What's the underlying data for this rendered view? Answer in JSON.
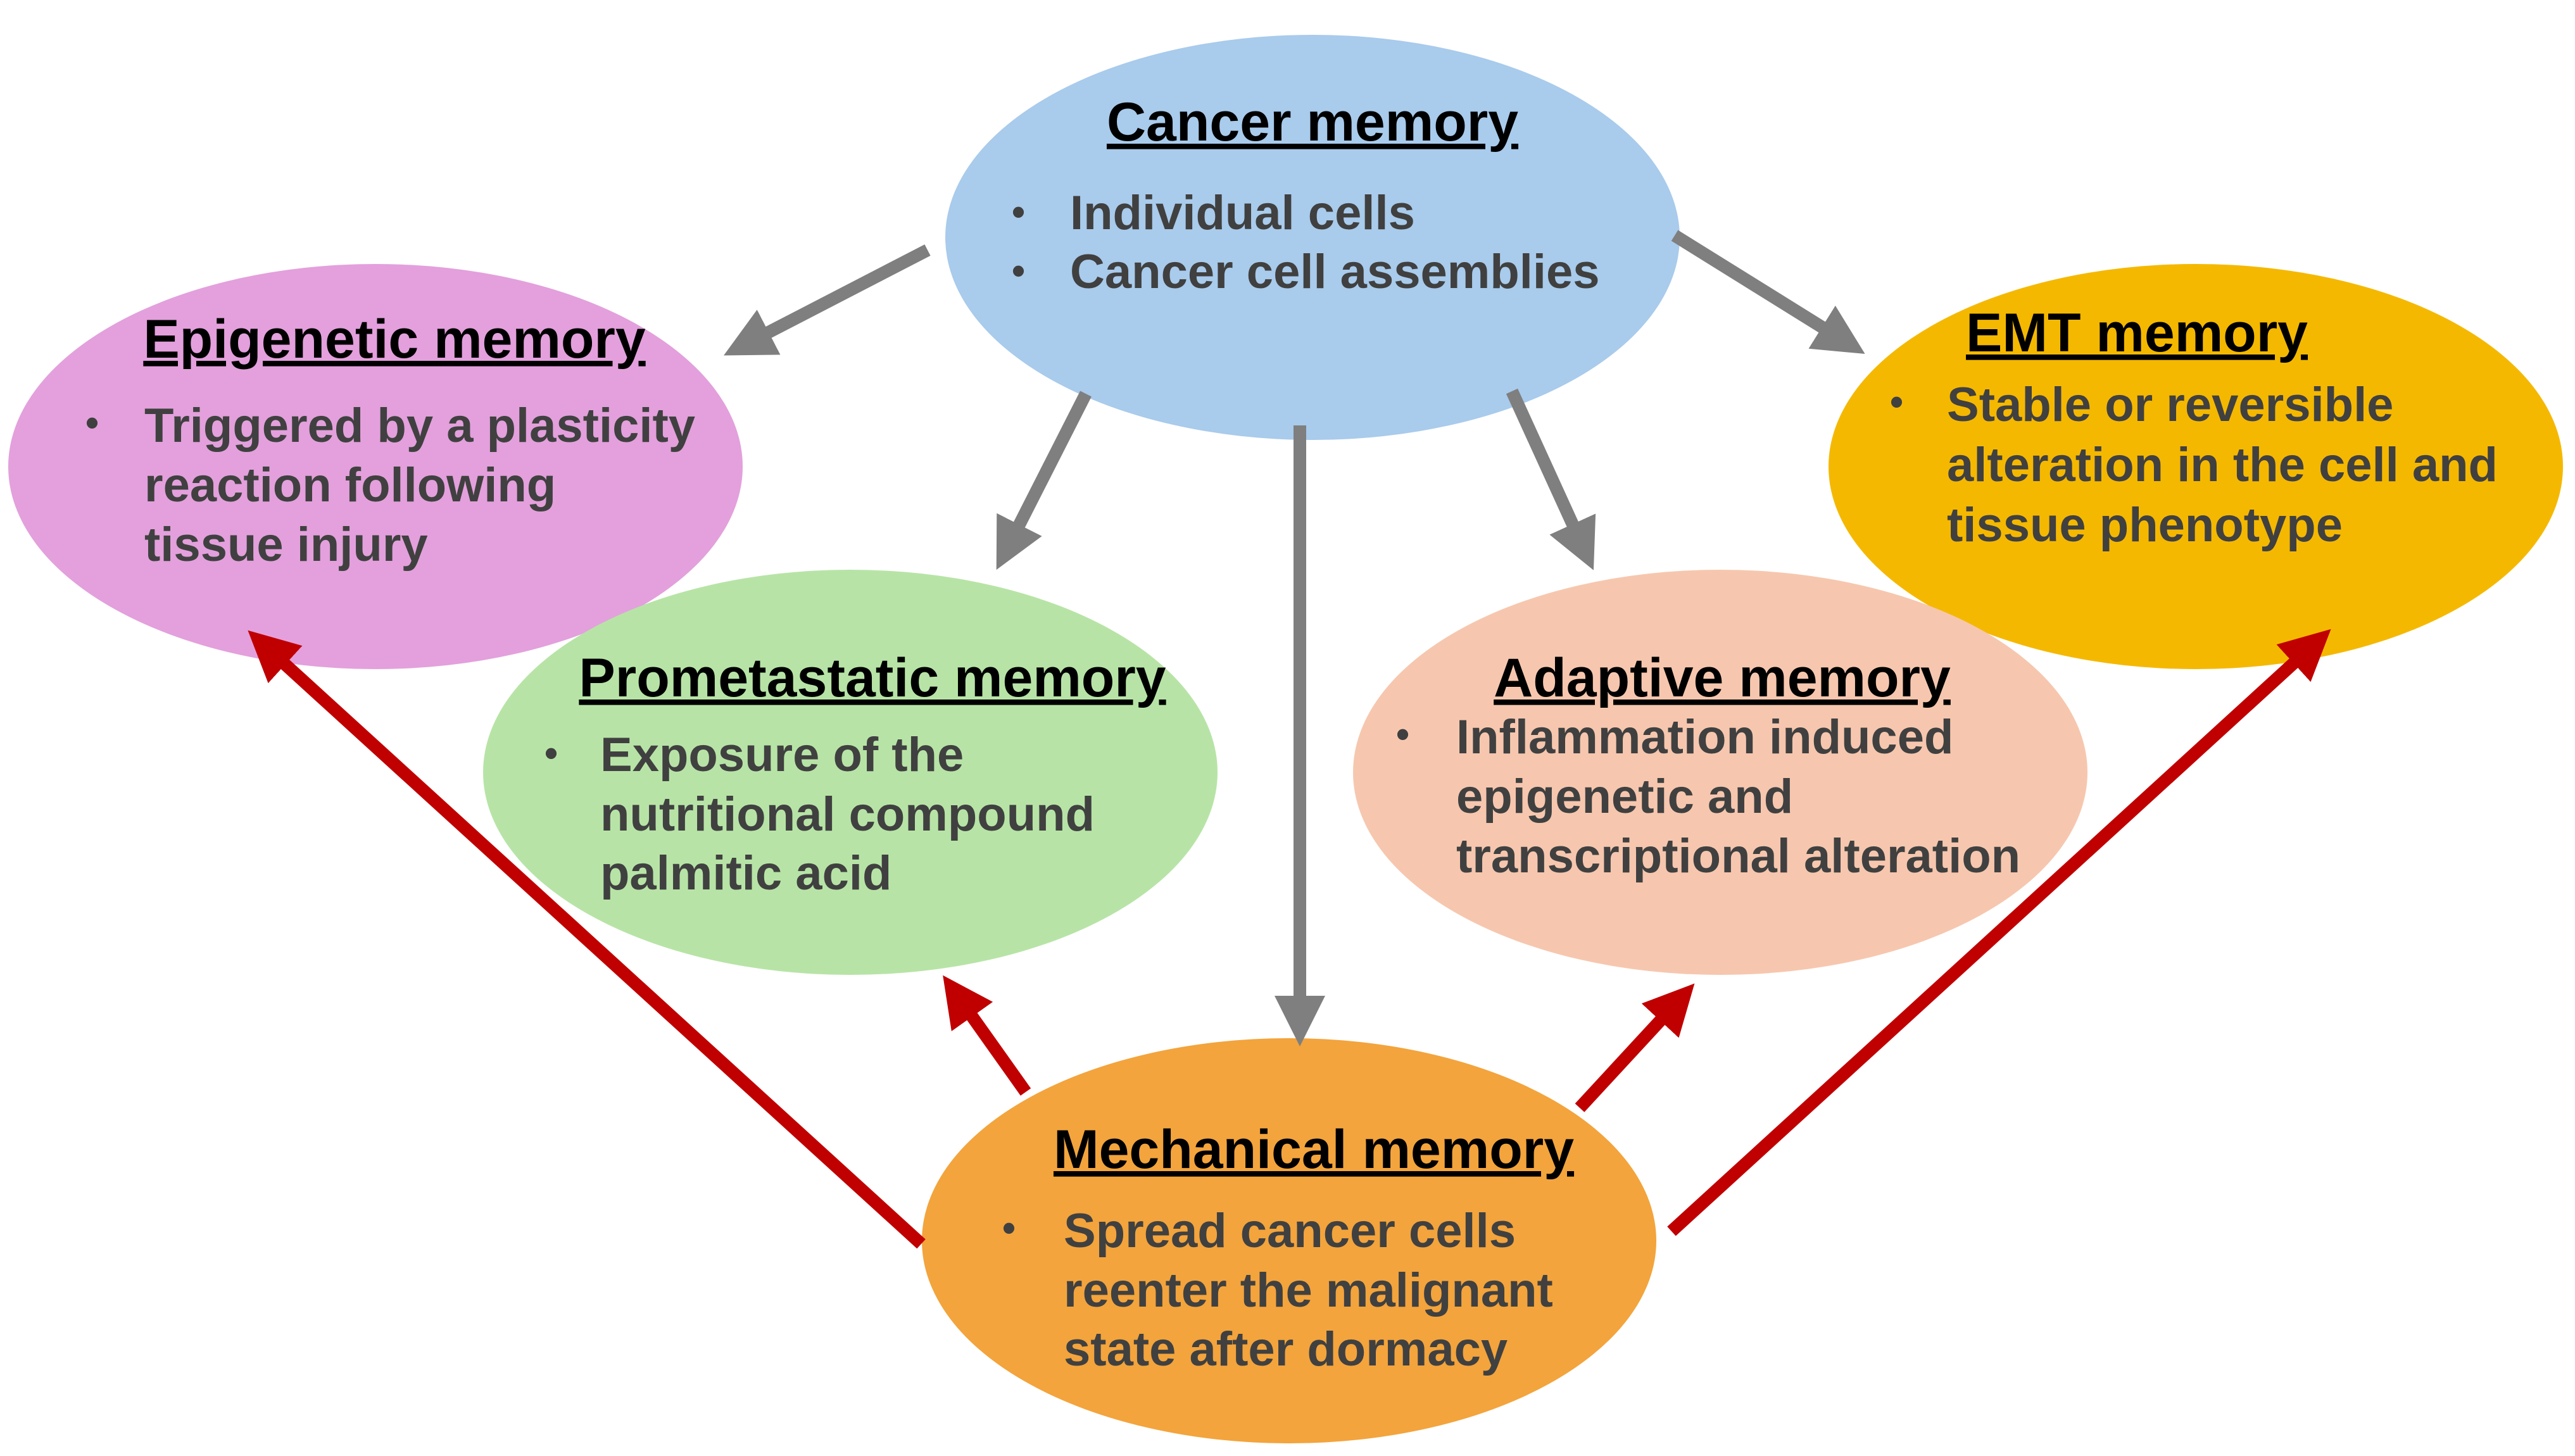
{
  "nodes": {
    "cancer": {
      "title": "Cancer memory",
      "fill": "#a9cbec",
      "items": [
        "Individual cells",
        "Cancer cell assemblies"
      ]
    },
    "epigenetic": {
      "title": "Epigenetic memory",
      "fill": "#e3a0dc",
      "items": [
        [
          "Triggered by a plasticity",
          "reaction following",
          "tissue injury"
        ]
      ]
    },
    "emt": {
      "title": "EMT memory",
      "fill": "#f5b800",
      "items": [
        [
          "Stable or reversible",
          "alteration in the cell and",
          "tissue phenotype"
        ]
      ]
    },
    "prometastatic": {
      "title": "Prometastatic memory",
      "fill": "#b7e4a6",
      "items": [
        [
          "Exposure of the",
          "nutritional compound",
          "palmitic acid"
        ]
      ]
    },
    "adaptive": {
      "title": "Adaptive memory",
      "fill": "#f6c7ae",
      "items": [
        [
          "Inflammation induced",
          "epigenetic and",
          "transcriptional alteration"
        ]
      ]
    },
    "mechanical": {
      "title": "Mechanical memory",
      "fill": "#f3a43c",
      "items": [
        [
          "Spread cancer cells",
          "reenter the malignant",
          "state after dormacy"
        ]
      ]
    }
  },
  "colors": {
    "gray_arrow": "#7f7f7f",
    "red_arrow": "#c00000",
    "title_text": "#000000",
    "body_text": "#404040"
  },
  "bullet_glyph": "•"
}
